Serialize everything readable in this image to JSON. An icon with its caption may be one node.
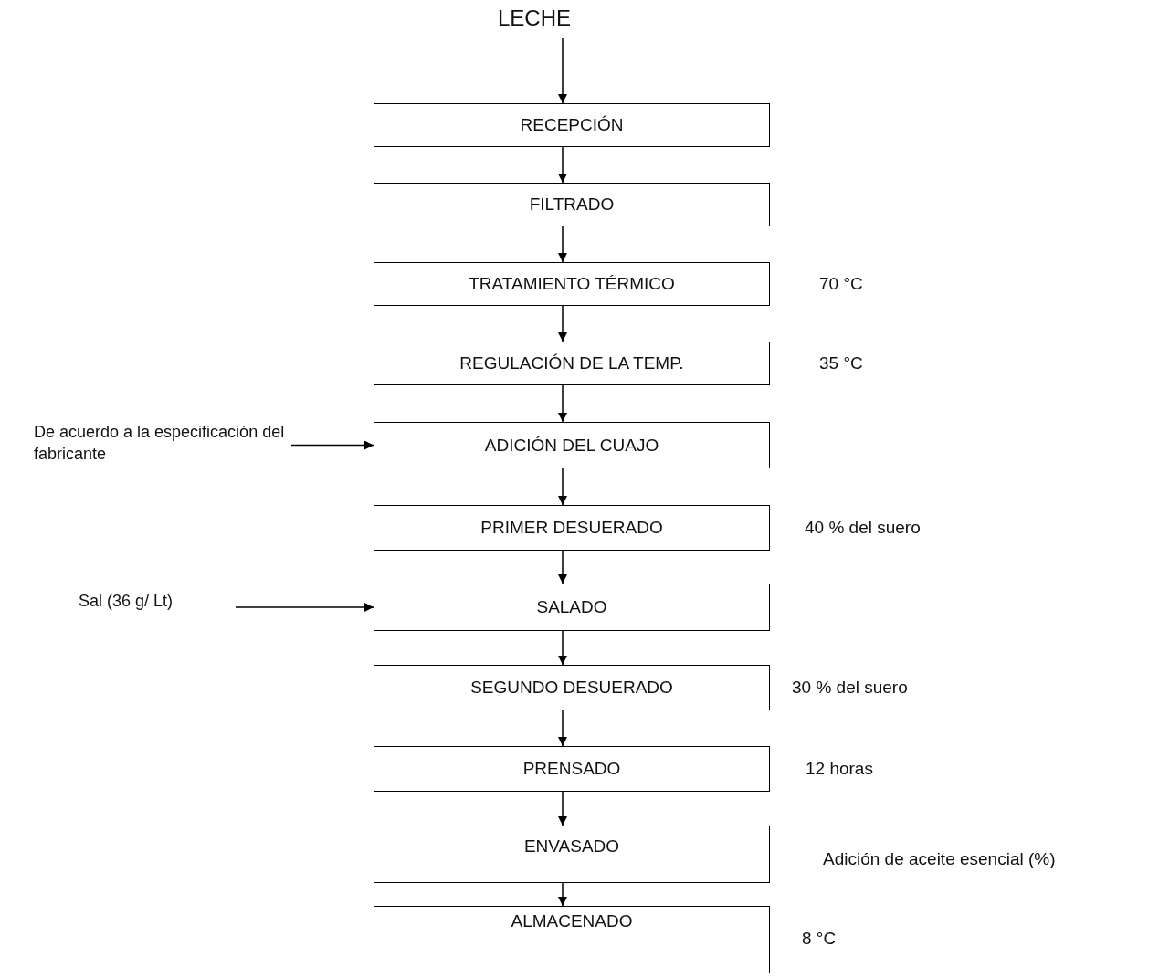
{
  "diagram": {
    "nodes": [
      {
        "text": [
          "LECHE"
        ]
      },
      {
        "text": [
          "RECEPCIÓN"
        ]
      },
      {
        "text": [
          "FILTRADO"
        ]
      },
      {
        "text": [
          "TRATAMIENTO TÉRMICO"
        ],
        "beside": [
          "70 °C"
        ]
      },
      {
        "text": [
          "REGULACIÓN DE LA TEMP."
        ],
        "beside": [
          "35 °C"
        ]
      },
      {
        "text": [
          "De acuerdo a la especificación del fabricante"
        ]
      },
      {
        "text": [
          "ADICIÓN DEL CUAJO"
        ]
      },
      {
        "text": [
          "PRIMER DESUERADO"
        ],
        "beside": [
          "40 % del suero"
        ]
      },
      {
        "text": [
          "Sal (36 g/ Lt)"
        ]
      },
      {
        "text": [
          "SALADO"
        ]
      },
      {
        "text": [
          "SEGUNDO DESUERADO"
        ],
        "beside": [
          "30 % del suero"
        ]
      },
      {
        "text": [
          "PRENSADO"
        ],
        "beside": [
          "12 horas"
        ]
      },
      {
        "text": [
          "ENVASADO"
        ],
        "beside": [
          "Adición de aceite esencial (%)"
        ]
      },
      {
        "text": [
          "ALMACENADO"
        ],
        "beside": [
          "8 °C"
        ]
      }
    ],
    "edges": [
      {
        "from": 0,
        "to": 1,
        "arrow": "to"
      },
      {
        "from": 1,
        "to": 2,
        "arrow": "to"
      },
      {
        "from": 2,
        "to": 3,
        "arrow": "to"
      },
      {
        "from": 3,
        "to": 4,
        "arrow": "to"
      },
      {
        "from": 4,
        "to": 6,
        "arrow": "to"
      },
      {
        "from": 5,
        "to": 6,
        "arrow": "to"
      },
      {
        "from": 6,
        "to": 7,
        "arrow": "to"
      },
      {
        "from": 7,
        "to": 9,
        "arrow": "to"
      },
      {
        "from": 8,
        "to": 9,
        "arrow": "to"
      },
      {
        "from": 9,
        "to": 10,
        "arrow": "to"
      },
      {
        "from": 10,
        "to": 11,
        "arrow": "to"
      },
      {
        "from": 11,
        "to": 12,
        "arrow": "to"
      },
      {
        "from": 12,
        "to": 13,
        "arrow": "to"
      }
    ]
  }
}
